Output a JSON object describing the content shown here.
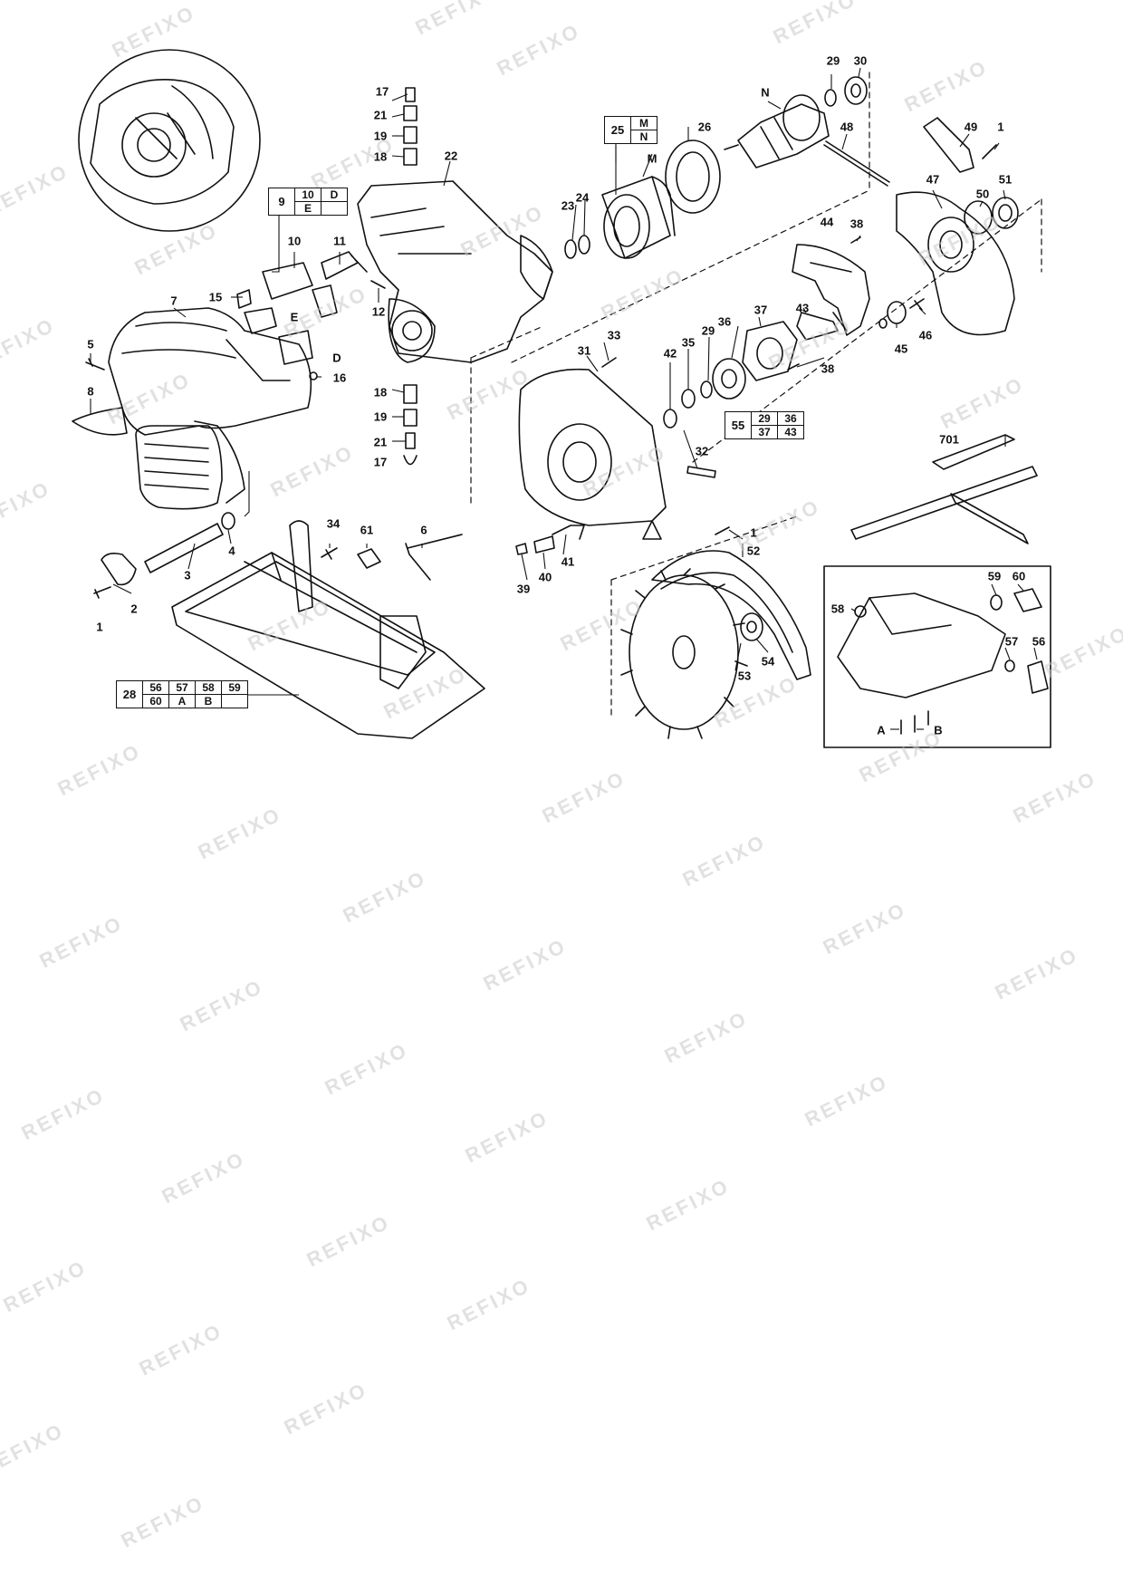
{
  "watermark": "REFIXO",
  "labels": {
    "p1": "1",
    "p2": "2",
    "p3": "3",
    "p4": "4",
    "p5": "5",
    "p6": "6",
    "p7": "7",
    "p8": "8",
    "p10": "10",
    "p11": "11",
    "p12": "12",
    "p15": "15",
    "p16": "16",
    "p17": "17",
    "p18": "18",
    "p19": "19",
    "p21": "21",
    "p22": "22",
    "p23": "23",
    "p24": "24",
    "p26": "26",
    "p29": "29",
    "p30": "30",
    "p31": "31",
    "p32": "32",
    "p33": "33",
    "p34": "34",
    "p35": "35",
    "p36": "36",
    "p37": "37",
    "p38": "38",
    "p39": "39",
    "p40": "40",
    "p41": "41",
    "p42": "42",
    "p43": "43",
    "p44": "44",
    "p45": "45",
    "p46": "46",
    "p47": "47",
    "p48": "48",
    "p49": "49",
    "p50": "50",
    "p51": "51",
    "p52": "52",
    "p53": "53",
    "p54": "54",
    "p56": "56",
    "p57": "57",
    "p58": "58",
    "p59": "59",
    "p60": "60",
    "p61": "61",
    "p701": "701",
    "M": "M",
    "N": "N",
    "D": "D",
    "E": "E",
    "A": "A",
    "B": "B"
  },
  "kits": {
    "k9": {
      "key": "9",
      "row1": [
        "10",
        "D"
      ],
      "row2": [
        "E"
      ]
    },
    "k25": {
      "key": "25",
      "row1": [
        "M"
      ],
      "row2": [
        "N"
      ]
    },
    "k55": {
      "key": "55",
      "row1": [
        "29",
        "36"
      ],
      "row2": [
        "37",
        "43"
      ]
    },
    "k28": {
      "key": "28",
      "row1": [
        "56",
        "57",
        "58",
        "59"
      ],
      "row2": [
        "60",
        "A",
        "B",
        ""
      ]
    }
  },
  "colors": {
    "line": "#111111",
    "watermark": "#c9c9c9"
  }
}
